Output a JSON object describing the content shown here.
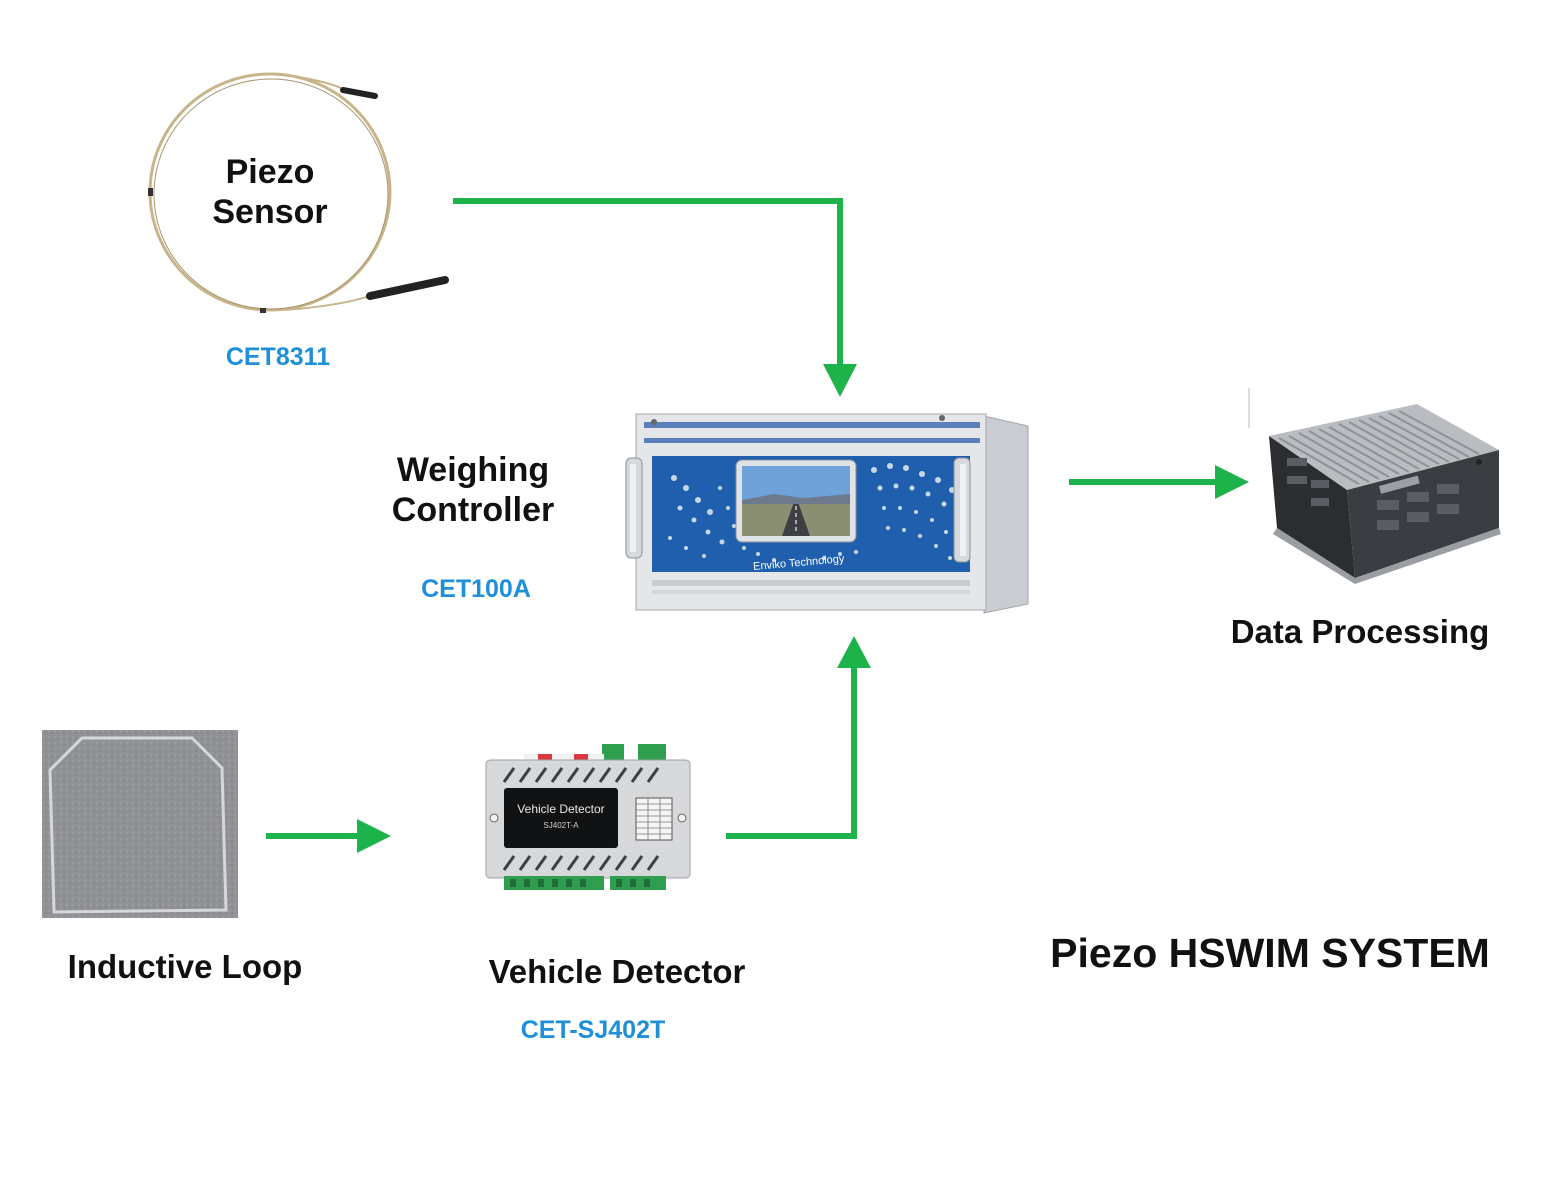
{
  "diagram": {
    "title": "Piezo HSWIM SYSTEM",
    "colors": {
      "arrow": "#1db34a",
      "model_text": "#1e8fd8",
      "label_text": "#111111",
      "panel_blue": "#1f5fae"
    },
    "nodes": {
      "piezo_sensor": {
        "label_line1": "Piezo",
        "label_line2": "Sensor",
        "model": "CET8311"
      },
      "weighing_controller": {
        "label_line1": "Weighing",
        "label_line2": "Controller",
        "model": "CET100A",
        "brand": "Enviko Technology"
      },
      "data_processing": {
        "label": "Data Processing"
      },
      "inductive_loop": {
        "label": "Inductive Loop"
      },
      "vehicle_detector": {
        "label": "Vehicle Detector",
        "model": "CET-SJ402T",
        "device_text": "Vehicle Detector",
        "device_subtext": "SJ402T-A"
      }
    },
    "edges": [
      {
        "from": "piezo_sensor",
        "to": "weighing_controller"
      },
      {
        "from": "weighing_controller",
        "to": "data_processing"
      },
      {
        "from": "inductive_loop",
        "to": "vehicle_detector"
      },
      {
        "from": "vehicle_detector",
        "to": "weighing_controller"
      }
    ]
  }
}
